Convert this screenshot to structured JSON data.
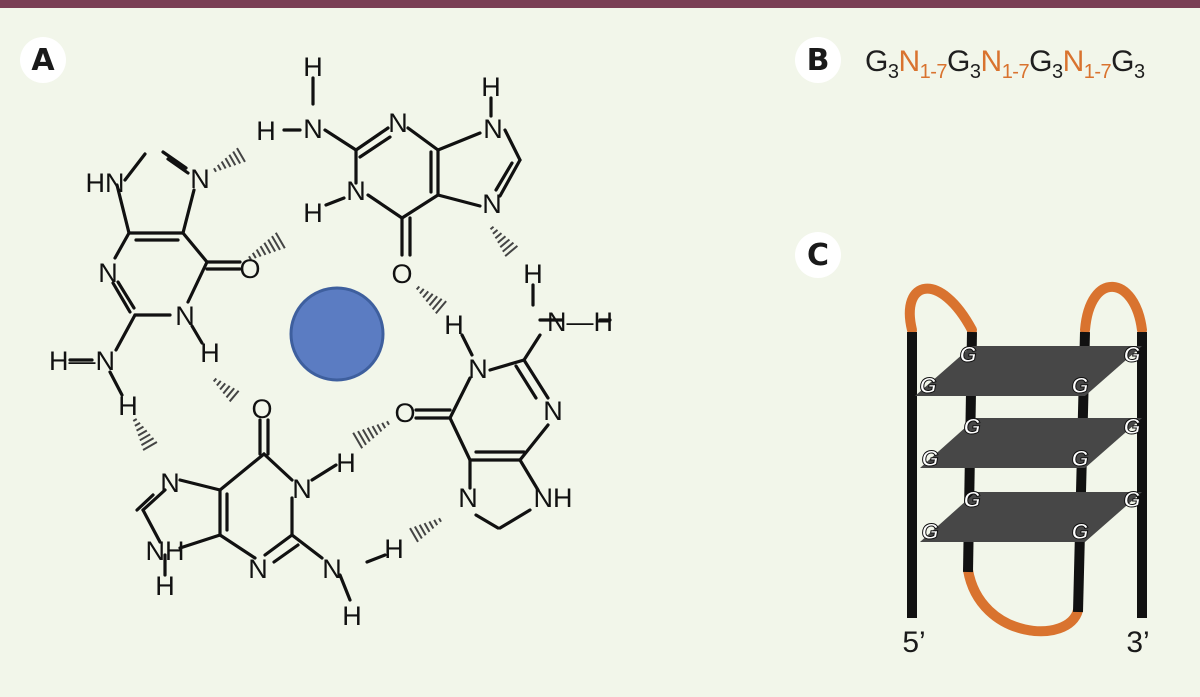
{
  "panels": {
    "a": {
      "label": "A"
    },
    "b": {
      "label": "B"
    },
    "c": {
      "label": "C"
    }
  },
  "sequence": {
    "parts": [
      {
        "base": "G",
        "sub": "3",
        "kind": "g"
      },
      {
        "base": "N",
        "sub": "1-7",
        "kind": "loop"
      },
      {
        "base": "G",
        "sub": "3",
        "kind": "g"
      },
      {
        "base": "N",
        "sub": "1-7",
        "kind": "loop"
      },
      {
        "base": "G",
        "sub": "3",
        "kind": "g"
      },
      {
        "base": "N",
        "sub": "1-7",
        "kind": "loop"
      },
      {
        "base": "G",
        "sub": "3",
        "kind": "g"
      }
    ]
  },
  "atoms": {
    "N": "N",
    "H": "H",
    "O": "O",
    "HN": "HN",
    "NH": "NH",
    "H_N": "H—N",
    "N_H": "N—H"
  },
  "quadruplex": {
    "g_label": "G",
    "end5": "5’",
    "end3": "3’"
  },
  "colors": {
    "top_bar": "#7a3f55",
    "background": "#f2f6ea",
    "cation": "#5b7cc2",
    "loop": "#d9732f",
    "strand": "#111111",
    "tetrad": "#474747"
  }
}
